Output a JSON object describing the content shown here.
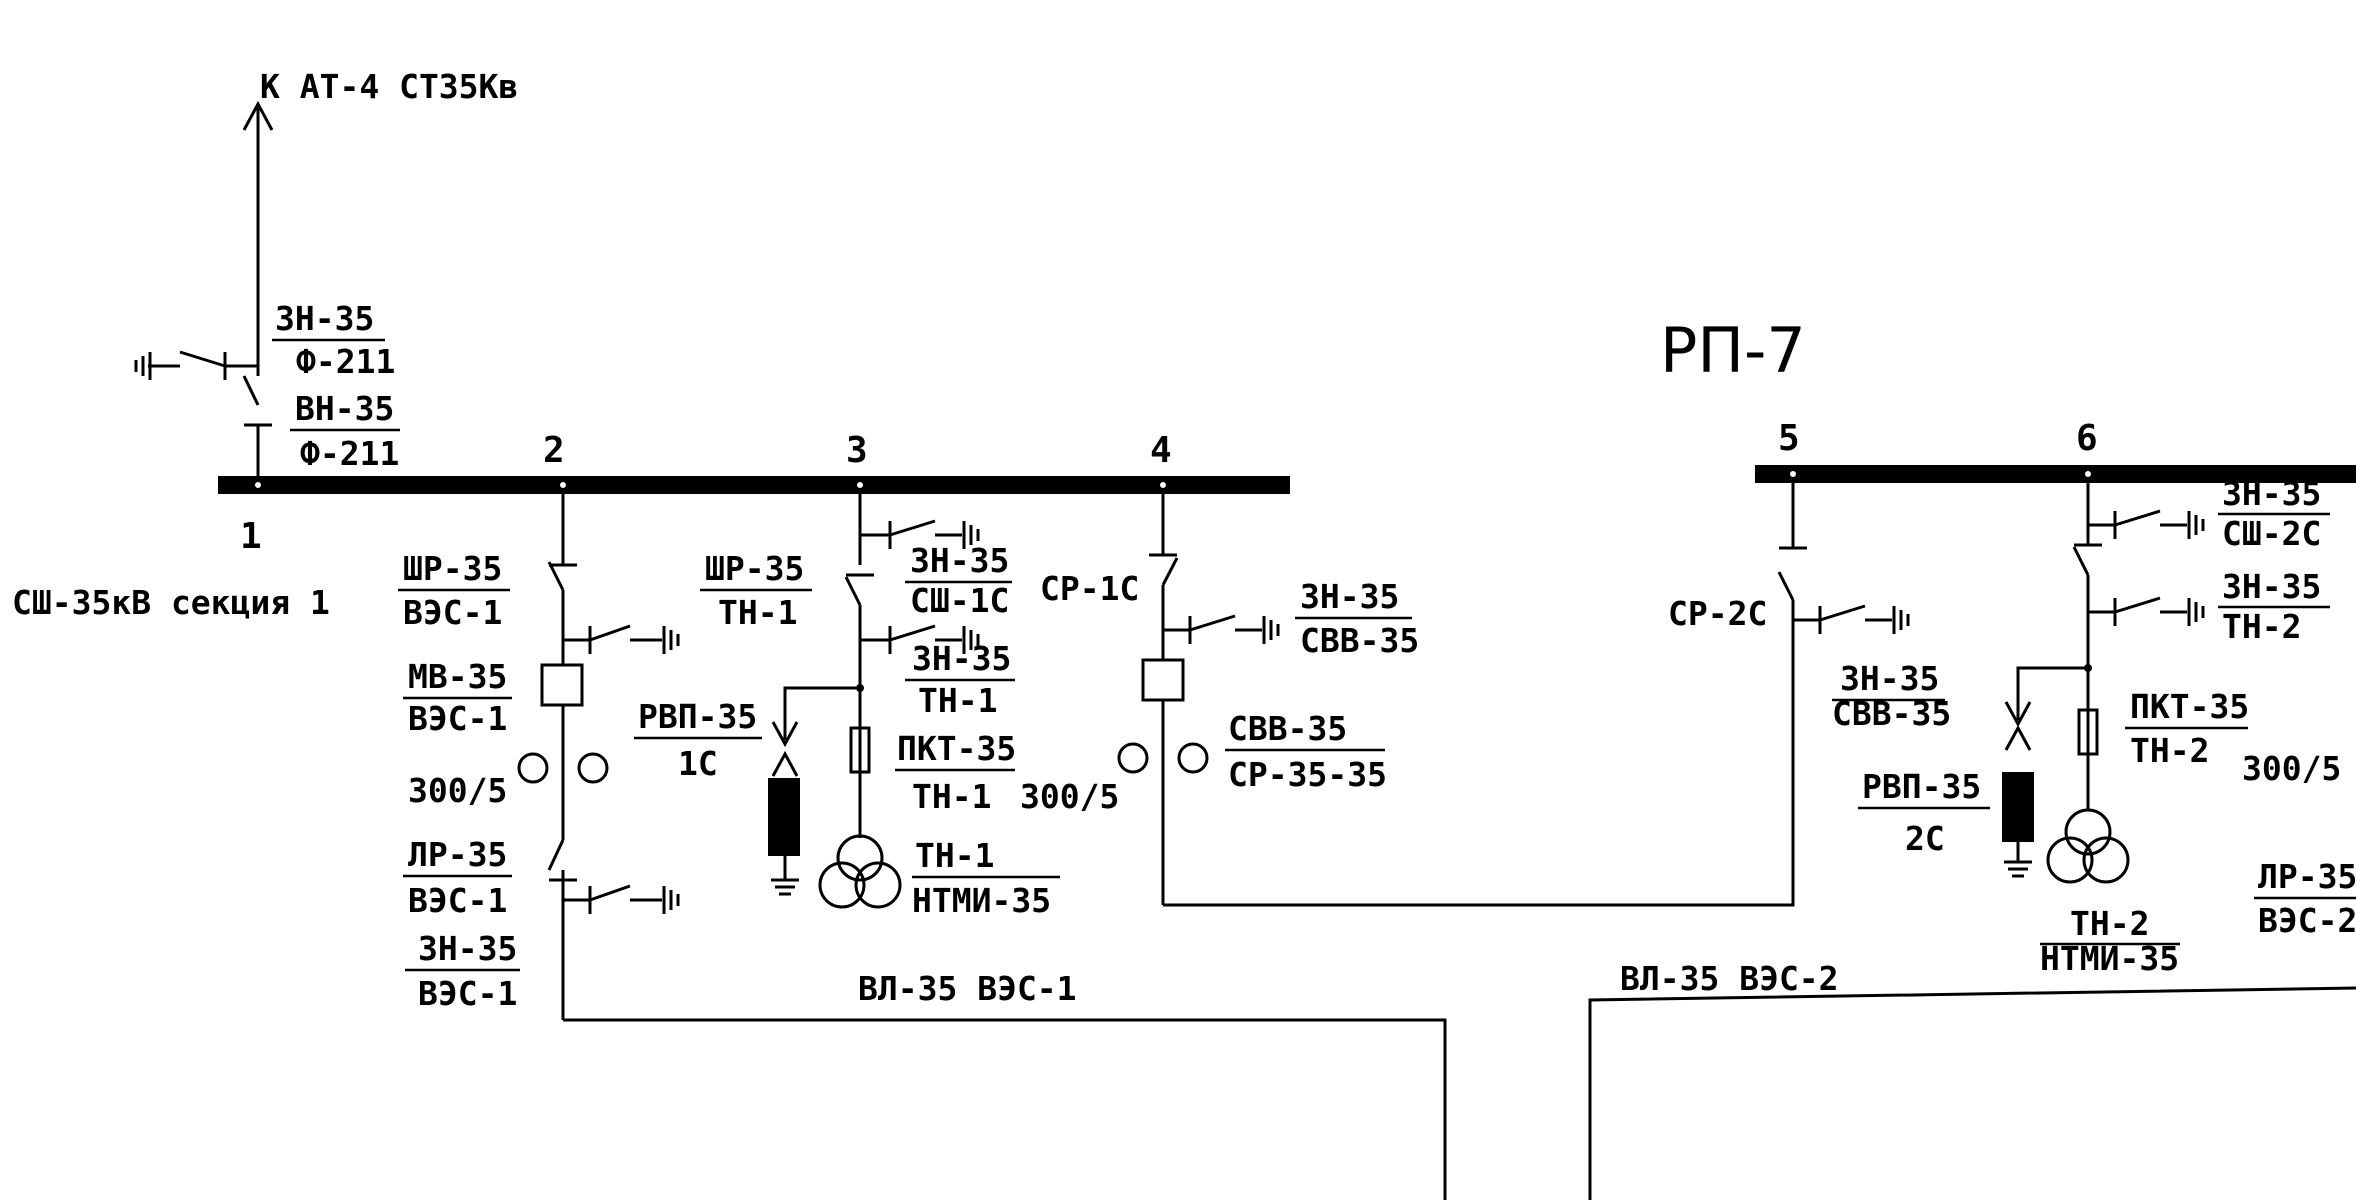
{
  "title": "РП-7",
  "feed_label": "К АТ-4 СТ35Кв",
  "bus_section_label": "СШ-35кВ секция 1",
  "cells": [
    "1",
    "2",
    "3",
    "4",
    "5",
    "6"
  ],
  "labels": {
    "zn_f211_top": "ЗН-35",
    "zn_f211_bot": "Ф-211",
    "vn_f211_top": "ВН-35",
    "vn_f211_bot": "Ф-211",
    "shr_vzs1_top": "ШР-35",
    "shr_vzs1_bot": "ВЭС-1",
    "mv_vzs1_top": "МВ-35",
    "mv_vzs1_bot": "ВЭС-1",
    "ct_300_5_a": "300/5",
    "lr_vzs1_top": "ЛР-35",
    "lr_vzs1_bot": "ВЭС-1",
    "zn_vzs1_top": "ЗН-35",
    "zn_vzs1_bot": "ВЭС-1",
    "shr_tn1_top": "ШР-35",
    "shr_tn1_bot": "ТН-1",
    "zn_sh1c_top": "ЗН-35",
    "zn_sh1c_bot": "СШ-1С",
    "zn_tn1_top": "ЗН-35",
    "zn_tn1_bot": "ТН-1",
    "rvp_1c_top": "РВП-35",
    "rvp_1c_bot": "1С",
    "pkt_tn1_top": "ПКТ-35",
    "pkt_tn1_bot": "ТН-1",
    "tn1_top": "ТН-1",
    "tn1_bot": "НТМИ-35",
    "sr1c": "СР-1С",
    "ct_300_5_b": "300/5",
    "zn_svv_top": "ЗН-35",
    "zn_svv_bot": "СВВ-35",
    "svv_top": "СВВ-35",
    "svv_bot": "СР-35-35",
    "vl_vzs1": "ВЛ-35 ВЭС-1",
    "sr2c": "СР-2С",
    "zn_svv2_top": "ЗН-35",
    "zn_svv2_bot": "СВВ-35",
    "zn_sh2c_top": "ЗН-35",
    "zn_sh2c_bot": "СШ-2С",
    "zn_tn2_top": "ЗН-35",
    "zn_tn2_bot": "ТН-2",
    "pkt_tn2_top": "ПКТ-35",
    "pkt_tn2_bot": "ТН-2",
    "ct_300_5_c": "300/5",
    "rvp_2c_top": "РВП-35",
    "rvp_2c_bot": "2С",
    "tn2_top": "ТН-2",
    "tn2_bot": "НТМИ-35",
    "lr_vzs2_top": "ЛР-35",
    "lr_vzs2_bot": "ВЭС-2",
    "vl_vzs2": "ВЛ-35 ВЭС-2"
  },
  "colors": {
    "ink": "#000000",
    "paper": "#ffffff"
  }
}
